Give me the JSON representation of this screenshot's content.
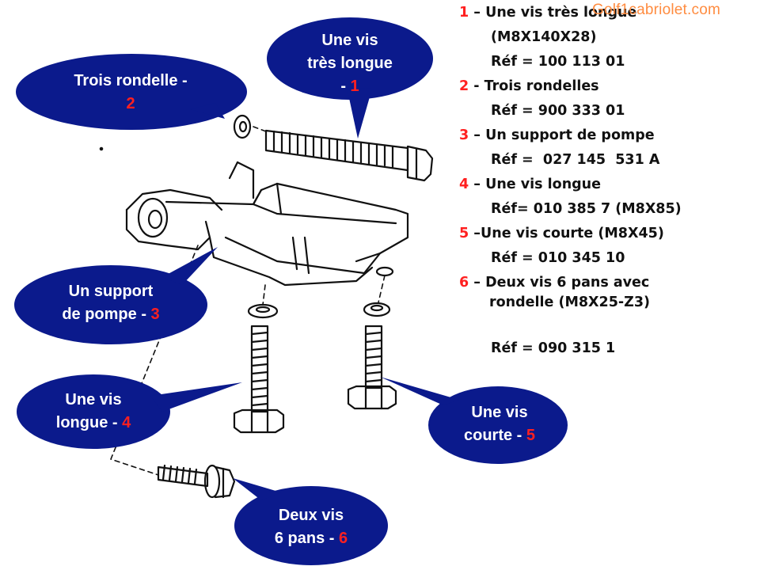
{
  "watermark": "Golf1cabriolet.com",
  "callouts": [
    {
      "id": "1",
      "lines": [
        "Une vis",
        "très longue",
        "- "
      ],
      "num": "1"
    },
    {
      "id": "2",
      "lines": [
        "Trois rondelle -",
        ""
      ],
      "num": "2"
    },
    {
      "id": "3",
      "lines": [
        "Un support",
        "de pompe - "
      ],
      "num": "3"
    },
    {
      "id": "4",
      "lines": [
        "Une vis",
        "longue - "
      ],
      "num": "4"
    },
    {
      "id": "5",
      "lines": [
        "Une vis",
        "courte - "
      ],
      "num": "5"
    },
    {
      "id": "6",
      "lines": [
        "Deux vis",
        "6 pans - "
      ],
      "num": "6"
    }
  ],
  "parts_list": [
    {
      "num": "1",
      "text": " – Une vis très longue"
    },
    {
      "num": "",
      "text": "(M8X140X28)"
    },
    {
      "num": "",
      "text": "Réf = 100 113 01"
    },
    {
      "num": "2",
      "text": " - Trois rondelles"
    },
    {
      "num": "",
      "text": "Réf = 900 333 01"
    },
    {
      "num": "3",
      "text": " – Un support de pompe"
    },
    {
      "num": "",
      "text": "Réf =  027 145  531 A"
    },
    {
      "num": "4",
      "text": " – Une vis longue"
    },
    {
      "num": "",
      "text": "Réf= 010 385 7 (M8X85)"
    },
    {
      "num": "5",
      "text": " –Une vis courte (M8X45)"
    },
    {
      "num": "",
      "text": "Réf = 010 345 10"
    },
    {
      "num": "6",
      "text": " – Deux vis 6 pans avec"
    },
    {
      "num": "",
      "text": "rondelle (M8X25-Z3)"
    },
    {
      "num": "",
      "text": "Réf = 090 315 1"
    }
  ],
  "colors": {
    "callout_fill": "#0b1a8c",
    "number": "#ff2020",
    "watermark": "#ff8c40"
  }
}
